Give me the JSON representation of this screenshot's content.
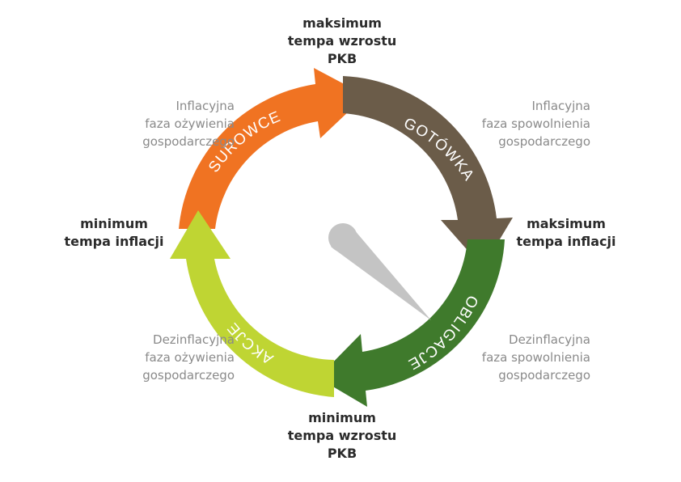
{
  "markers": {
    "top": "maksimum\ntempa wzrostu\nPKB",
    "right": "maksimum\ntempa inflacji",
    "bottom": "minimum\ntempa wzrostu\nPKB",
    "left": "minimum\ntempa inflacji"
  },
  "phases": {
    "top_left": "Inflacyjna\nfaza ożywienia\ngospodarczego",
    "top_right": "Inflacyjna\nfaza spowolnienia\ngospodarczego",
    "bottom_right": "Dezinflacyjna\nfaza spowolnienia\ngospodarczego",
    "bottom_left": "Dezinflacyjna\nfaza ożywienia\ngospodarczego"
  },
  "segments": [
    {
      "id": "surowce",
      "label": "SUROWCE",
      "color": "#f07322"
    },
    {
      "id": "gotowka",
      "label": "GOTÓWKA",
      "color": "#6b5c49"
    },
    {
      "id": "obligacje",
      "label": "OBLIGACJE",
      "color": "#3f7a2c"
    },
    {
      "id": "akcje",
      "label": "AKCJE",
      "color": "#bfd533"
    }
  ],
  "pointer_color": "#c4c4c4"
}
